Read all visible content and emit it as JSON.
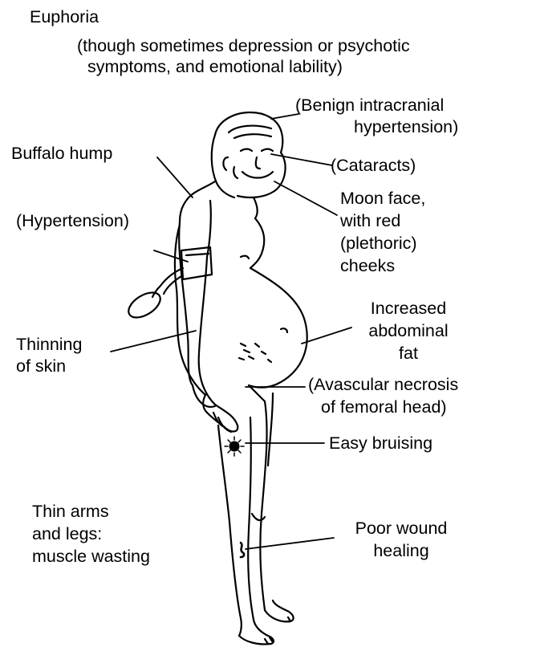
{
  "labels": {
    "euphoria": "Euphoria",
    "euphoria_detail_1": "(though sometimes depression or psychotic",
    "euphoria_detail_2": "symptoms, and emotional lability)",
    "benign_1": "(Benign intracranial",
    "benign_2": "hypertension)",
    "buffalo_hump": "Buffalo hump",
    "cataracts": "(Cataracts)",
    "moon_face_1": "Moon face,",
    "moon_face_2": "with red",
    "moon_face_3": "(plethoric)",
    "moon_face_4": "cheeks",
    "hypertension": "(Hypertension)",
    "abdominal_1": "Increased",
    "abdominal_2": "abdominal",
    "abdominal_3": "fat",
    "thinning_1": "Thinning",
    "thinning_2": "of skin",
    "avascular_1": "(Avascular necrosis",
    "avascular_2": "of femoral head)",
    "bruising": "Easy bruising",
    "thin_arms_1": "Thin arms",
    "thin_arms_2": "and legs:",
    "thin_arms_3": "muscle wasting",
    "wound_1": "Poor wound",
    "wound_2": "healing"
  }
}
